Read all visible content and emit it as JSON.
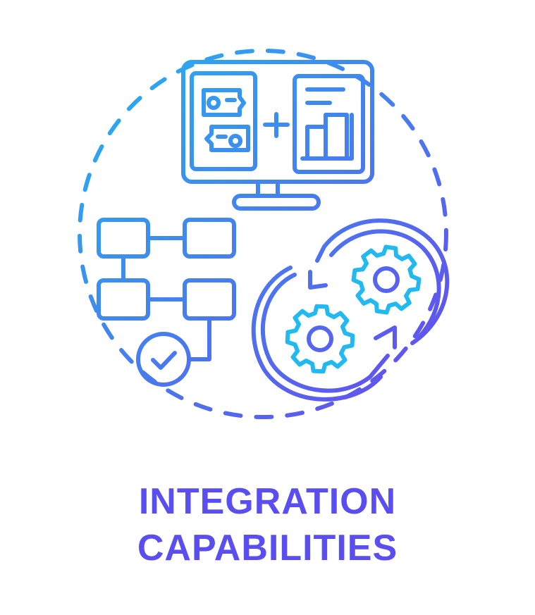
{
  "title": {
    "line1": "INTEGRATION",
    "line2": "CAPABILITIES"
  },
  "colors": {
    "gradient_start": "#22b8f0",
    "gradient_end": "#6a45ee",
    "title": "#5a4ef0"
  },
  "icons": [
    "dashed-circle",
    "monitor-icon",
    "transfer-cards-icon",
    "plus-icon",
    "bar-chart-document-icon",
    "flowchart-icon",
    "checkmark-circle-icon",
    "gears-cycle-icon"
  ]
}
